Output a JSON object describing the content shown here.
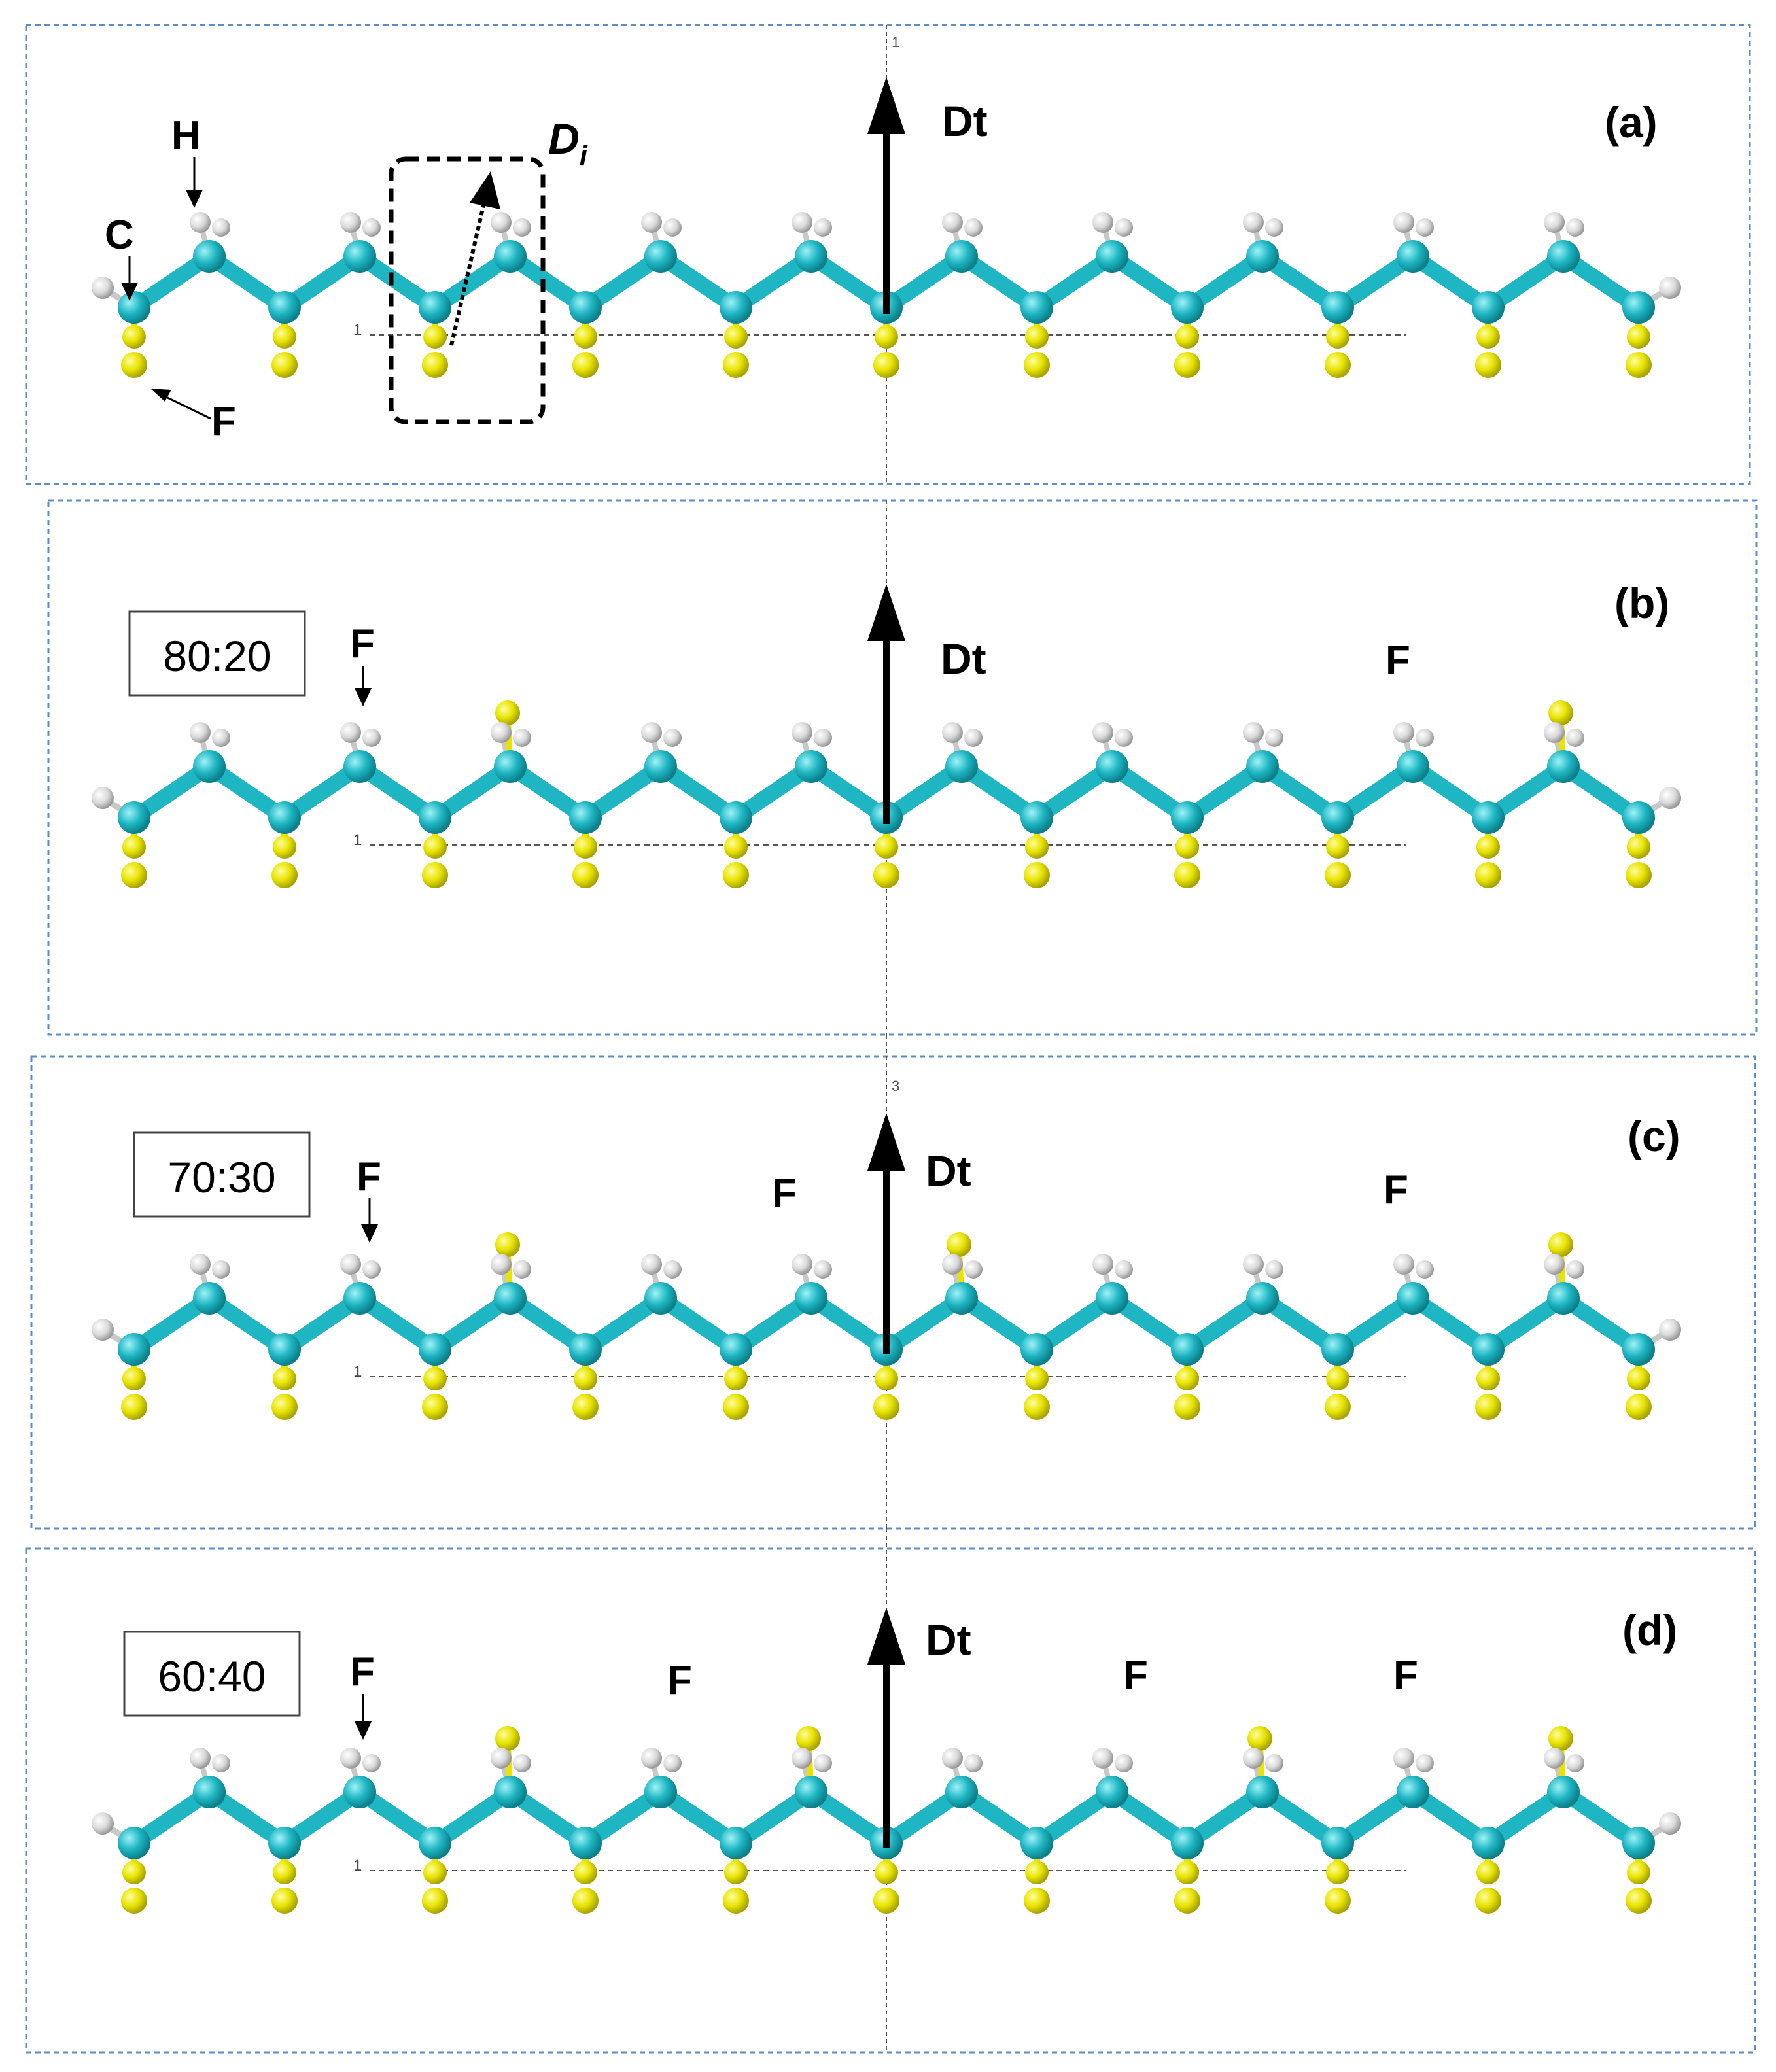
{
  "colors": {
    "carbon": "#1eb6c3",
    "carbon_light": "#7fe6ee",
    "fluorine": "#e8e400",
    "fluorine_light": "#fffa7a",
    "hydrogen": "#dcdcdc",
    "panel_border": "#5b8ec9",
    "arrow": "#000000",
    "reference_line": "#555555"
  },
  "panels": [
    {
      "label": "(a)",
      "total_dipole_label": "Dt",
      "reference_marker": "1",
      "axis_marker": "1",
      "atom_labels": {
        "hydrogen": "H",
        "carbon": "C",
        "fluorine": "F"
      },
      "local_dipole_label": "D",
      "local_dipole_subscript": "i",
      "defects": []
    },
    {
      "label": "(b)",
      "ratio": "80:20",
      "total_dipole_label": "Dt",
      "reference_marker": "1",
      "axis_marker": "",
      "defect_label": "F",
      "defects": [
        2,
        9
      ]
    },
    {
      "label": "(c)",
      "ratio": "70:30",
      "total_dipole_label": "Dt",
      "reference_marker": "1",
      "axis_marker": "3",
      "defect_label": "F",
      "defects": [
        2,
        5,
        9
      ]
    },
    {
      "label": "(d)",
      "ratio": "60:40",
      "total_dipole_label": "Dt",
      "reference_marker": "1",
      "axis_marker": "",
      "defect_label": "F",
      "defects": [
        2,
        4,
        7,
        9
      ]
    }
  ]
}
